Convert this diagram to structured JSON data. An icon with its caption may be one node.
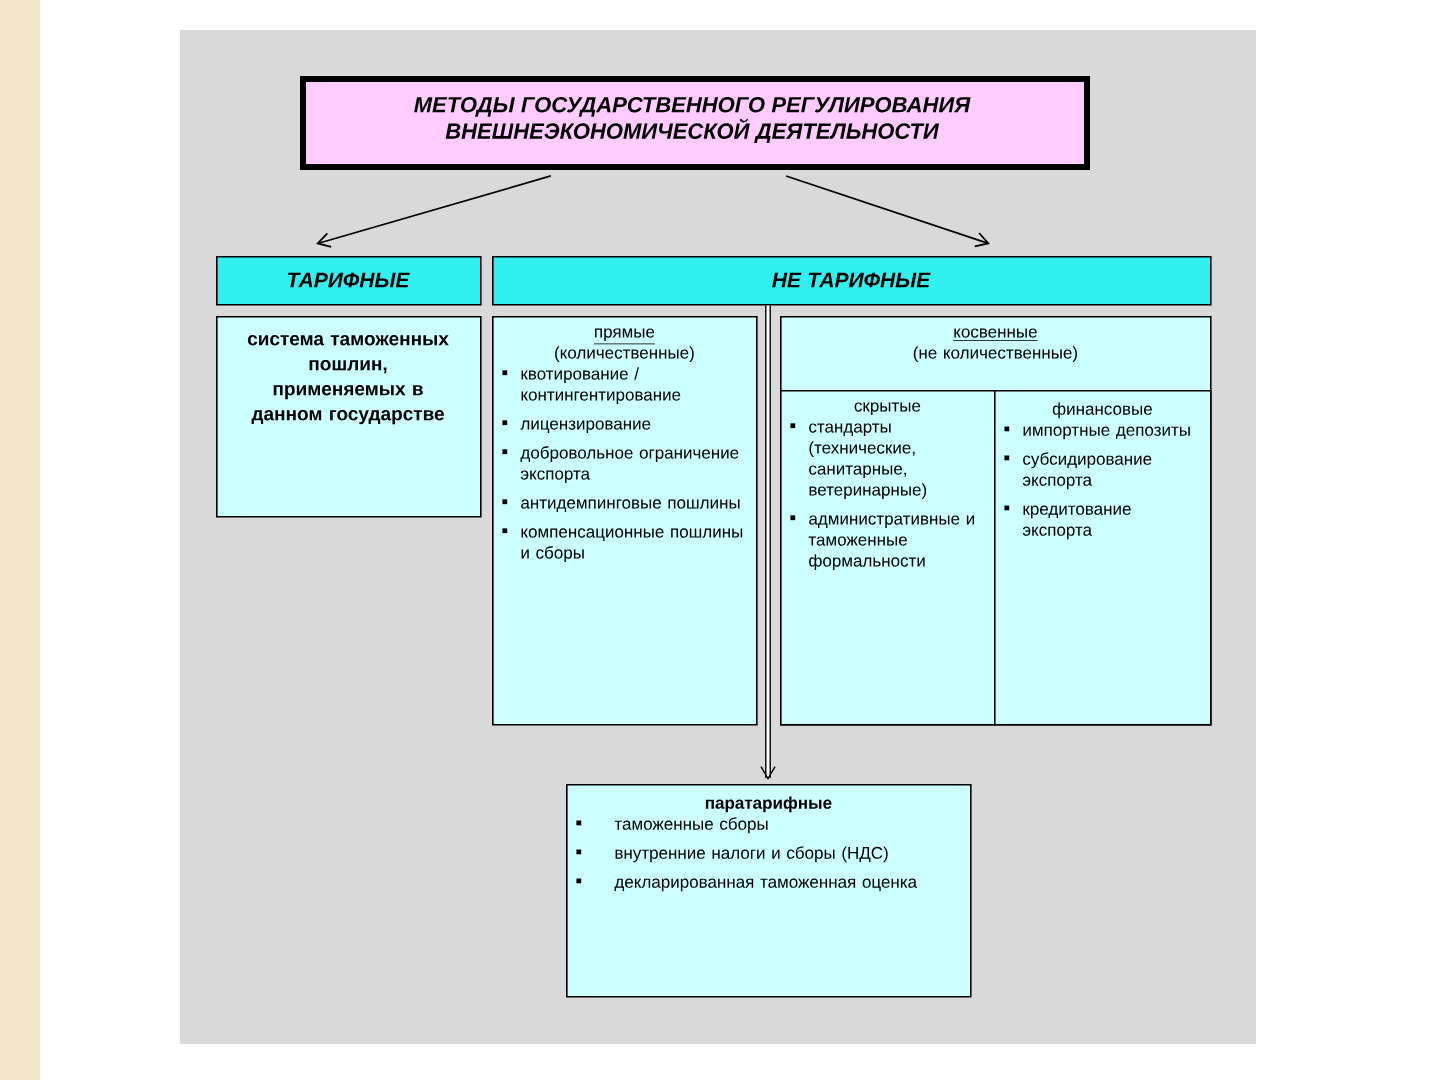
{
  "diagram": {
    "nodes": [
      {
        "text": [
          "МЕТОДЫ ГОСУДАРСТВЕННОГО РЕГУЛИРОВАНИЯ ВНЕШНЕЭКОНОМИЧЕСКОЙ ДЕЯТЕЛЬНОСТИ"
        ]
      },
      {
        "text": [
          "ТАРИФНЫЕ"
        ]
      },
      {
        "text": [
          "НЕ ТАРИФНЫЕ"
        ]
      },
      {
        "text": [
          "система таможенных пошлин, применяемых в данном государстве"
        ]
      },
      {
        "text": [
          "прямые",
          "(количественные)",
          "квотирование / контингентирование",
          "лицензирование",
          "добровольное ограничение экспорта",
          "антидемпинговые пошлины",
          "компенсационные пошлины и сборы"
        ]
      },
      {
        "text": [
          "косвенные",
          "(не количественные)"
        ]
      },
      {
        "text": [
          "скрытые",
          "стандарты (технические, санитарные, ветеринарные)",
          "административные и таможенные формальности"
        ],
        "in": 5
      },
      {
        "text": [
          "финансовые",
          "импортные депозиты",
          "субсидирование экспорта",
          "кредитование экспорта"
        ],
        "in": 5
      },
      {
        "text": [
          "паратарифные",
          "таможенные сборы",
          "внутренние налоги и сборы (НДС)",
          "декларированная таможенная оценка"
        ]
      }
    ],
    "edges": [
      {
        "from": 0,
        "to": 1,
        "arrow": "to"
      },
      {
        "from": 0,
        "to": 2,
        "arrow": "to"
      },
      {
        "from": 2,
        "to": 8,
        "arrow": "to",
        "style": "thick"
      }
    ]
  }
}
